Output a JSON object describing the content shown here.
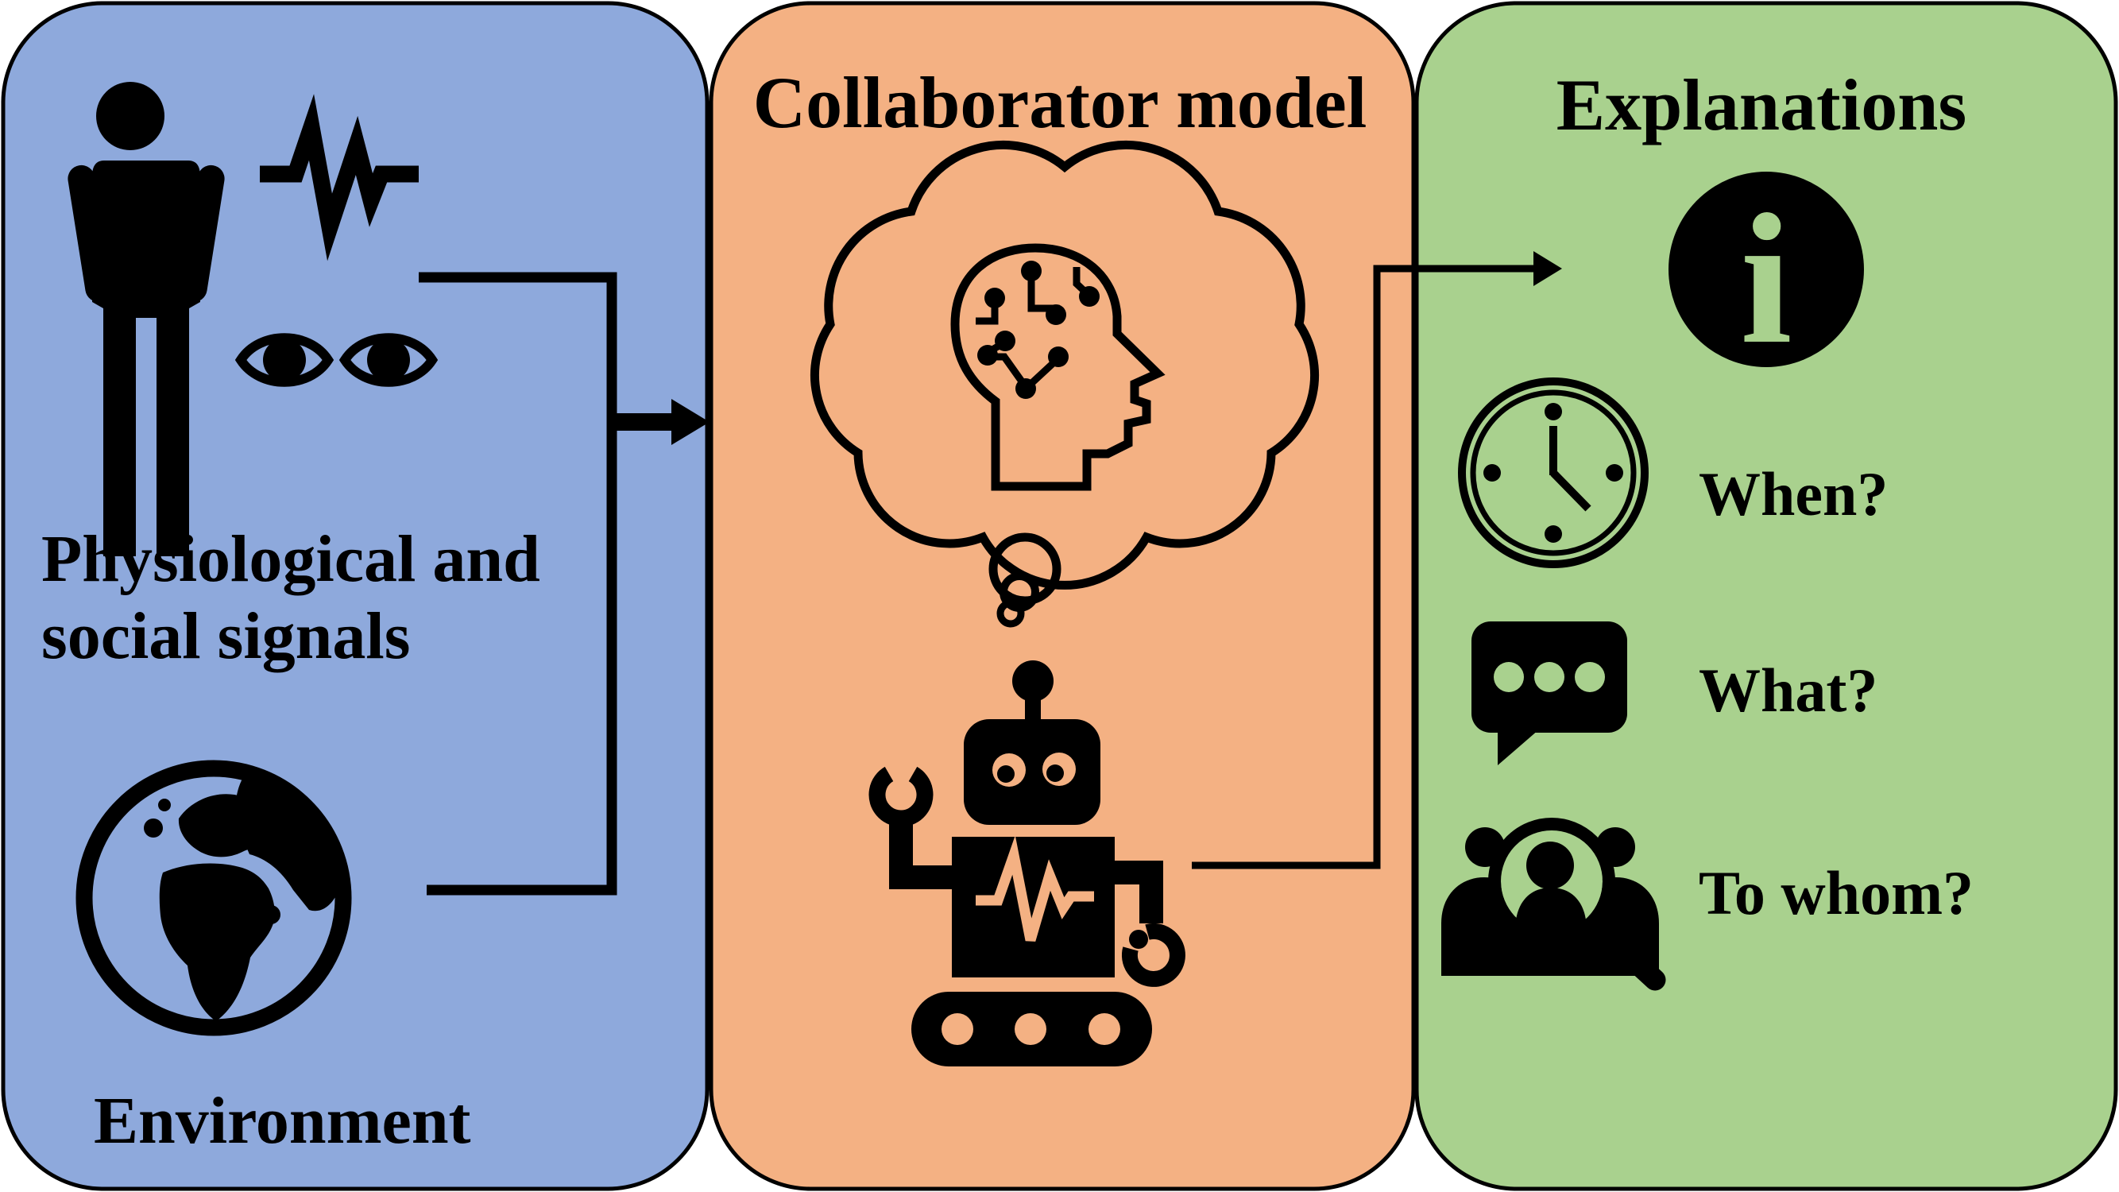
{
  "colors": {
    "background": "#FFFFFF",
    "outline": "#000000",
    "signals_bg": "#8EA9DC",
    "model_bg": "#F4B183",
    "explanations_bg": "#A9D18E"
  },
  "signals_panel": {
    "caption_line1": "Physiological and",
    "caption_line2": "social signals",
    "environment_label": "Environment",
    "icons": [
      "person-icon",
      "heartbeat-icon",
      "eyes-icon",
      "globe-icon"
    ]
  },
  "model_panel": {
    "title": "Collaborator model",
    "icons": [
      "thought-cloud-icon",
      "circuit-head-icon",
      "robot-icon"
    ]
  },
  "explanations_panel": {
    "title": "Explanations",
    "info_symbol": "i",
    "questions": [
      {
        "icon": "clock-icon",
        "label": "When?"
      },
      {
        "icon": "speech-bubble-icon",
        "label": "What?"
      },
      {
        "icon": "audience-magnifier-icon",
        "label": "To whom?"
      }
    ]
  }
}
